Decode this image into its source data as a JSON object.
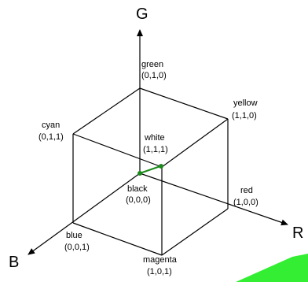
{
  "axes": {
    "g": "G",
    "r": "R",
    "b": "B"
  },
  "vertices": {
    "green": {
      "name": "green",
      "coord": "(0,1,0)"
    },
    "yellow": {
      "name": "yellow",
      "coord": "(1,1,0)"
    },
    "cyan": {
      "name": "cyan",
      "coord": "(0,1,1)"
    },
    "white": {
      "name": "white",
      "coord": "(1,1,1)"
    },
    "black": {
      "name": "black",
      "coord": "(0,0,0)"
    },
    "red": {
      "name": "red",
      "coord": "(1,0,0)"
    },
    "blue": {
      "name": "blue",
      "coord": "(0,0,1)"
    },
    "magenta": {
      "name": "magenta",
      "coord": "(1,0,1)"
    }
  },
  "colors": {
    "lines": "#000000",
    "diagonal": "#1a8a1a",
    "corner_accent": "#33ee33"
  }
}
